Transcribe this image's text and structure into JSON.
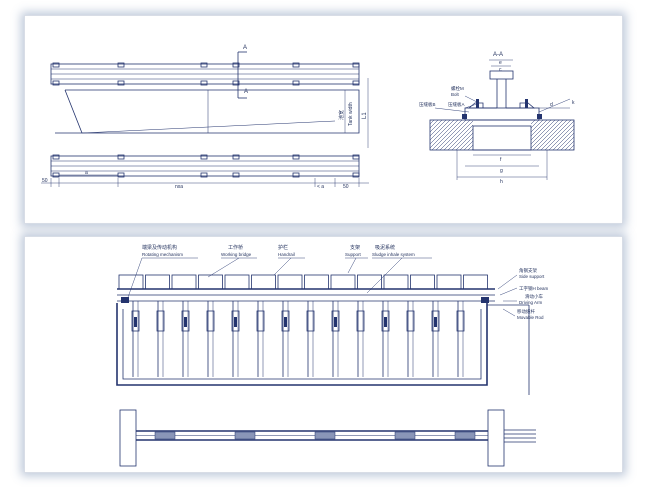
{
  "top_drawing": {
    "section_top": "A",
    "section_bottom": "A",
    "tank_width_cn": "池宽",
    "tank_width_en": "Tank width",
    "dim_L1": "L1",
    "dim_50_left": "50",
    "dim_50_right": "50",
    "dim_a_left": "a",
    "dim_nxa": "nxa",
    "dim_a_right": "< a"
  },
  "section_detail": {
    "title": "A-A",
    "bolt_cn": "螺栓M",
    "bolt_en": "Bolt",
    "clamp_b": "压缝板B",
    "clamp_a": "压缝板A",
    "dim_e": "e",
    "dim_c": "c",
    "dim_d": "d",
    "dim_k": "k",
    "dim_f": "f",
    "dim_g": "g",
    "dim_h": "h"
  },
  "bottom_drawing": {
    "labels": [
      {
        "cn": "端梁及传动机构",
        "en": "Rotating mechanism"
      },
      {
        "cn": "工作桥",
        "en": "Working bridge"
      },
      {
        "cn": "护栏",
        "en": "Handrail"
      },
      {
        "cn": "支架",
        "en": "Support"
      },
      {
        "cn": "吸泥系统",
        "en": "Sludge inhale system"
      }
    ],
    "side_labels": [
      {
        "cn": "角钢支架",
        "en": "Side support"
      },
      {
        "cn": "工字钢H beam",
        "en": ""
      },
      {
        "cn": "滑动小车",
        "en": "Driving Arm"
      },
      {
        "cn": "移动拨杆",
        "en": "Movable Rod"
      }
    ]
  }
}
